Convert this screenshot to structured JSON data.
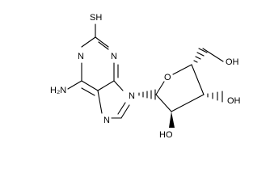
{
  "molecule": {
    "labels": {
      "sh": "SH",
      "n_top_left": "N",
      "n_top_right": "N",
      "nh2": "H₂N",
      "n7": "N",
      "n9": "N",
      "o_ring": "O",
      "oh_5prime": "OH",
      "oh_3prime": "OH",
      "oh_2prime": "HO"
    }
  }
}
